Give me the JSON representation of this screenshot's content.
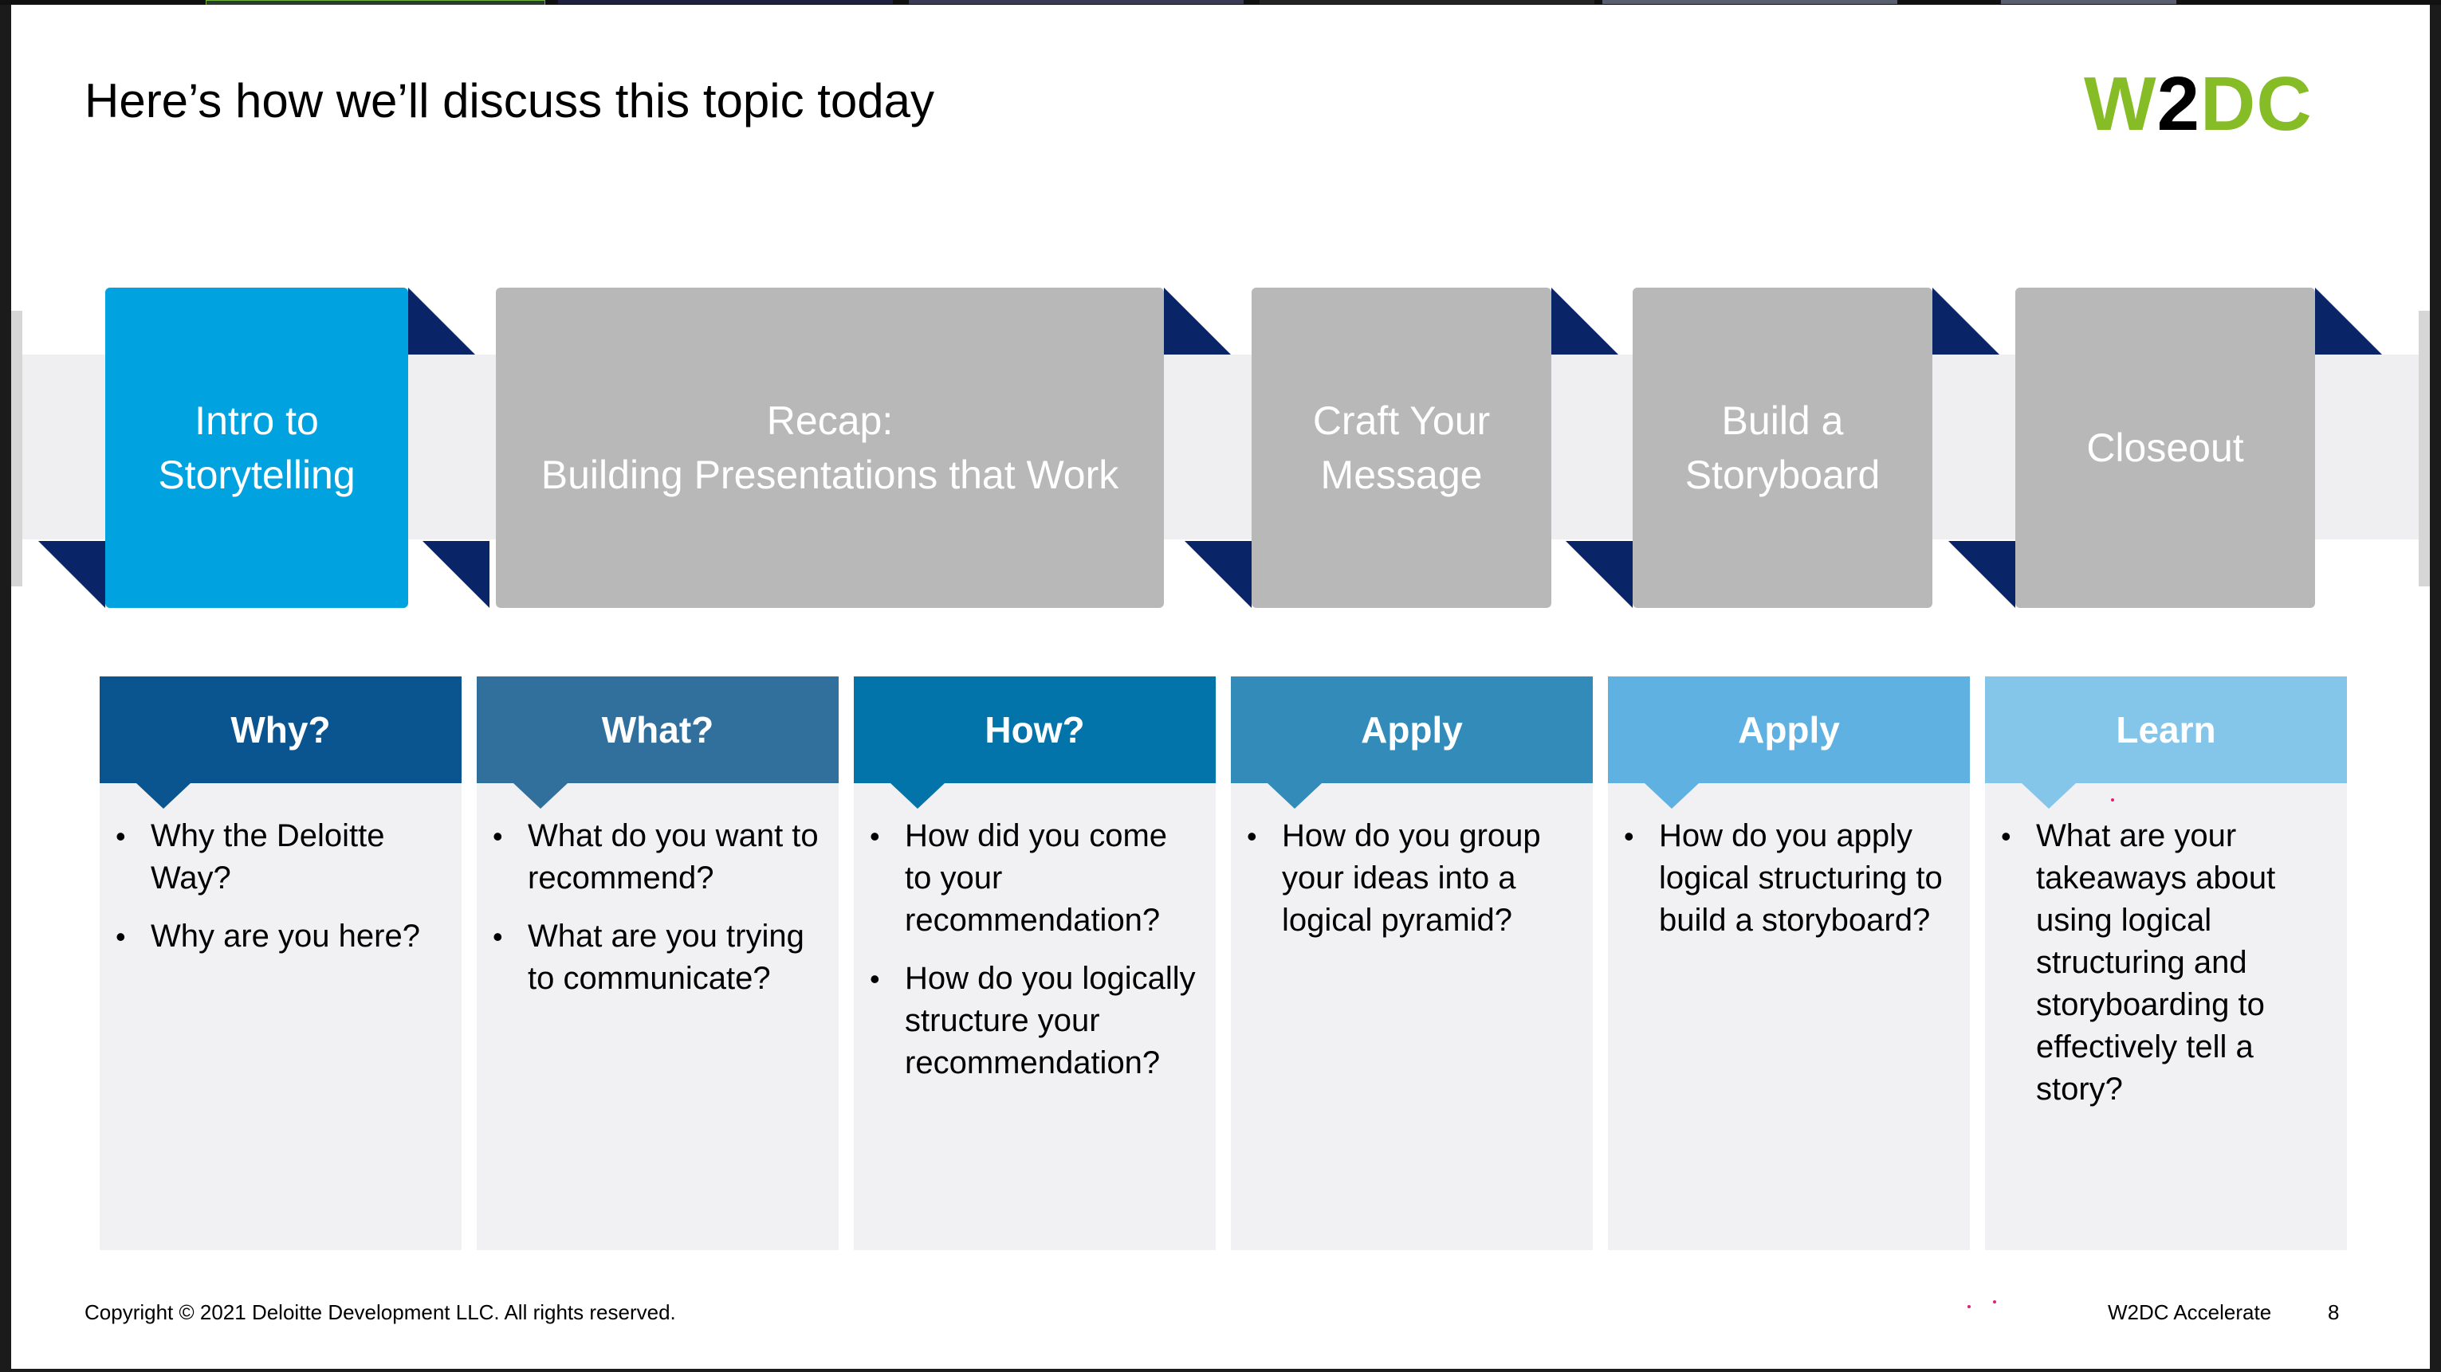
{
  "slide": {
    "title": "Here’s how we’ll discuss this topic today",
    "logo": {
      "part1": "W",
      "part2": "2",
      "part3": "DC"
    },
    "stages": [
      {
        "line1": "Intro to",
        "line2": "Storytelling",
        "active": true
      },
      {
        "line1": "Recap:",
        "line2": "Building Presentations that Work",
        "active": false
      },
      {
        "line1": "Craft Your",
        "line2": "Message",
        "active": false
      },
      {
        "line1": "Build a",
        "line2": "Storyboard",
        "active": false
      },
      {
        "line1": "Closeout",
        "line2": "",
        "active": false
      }
    ],
    "cards": [
      {
        "heading": "Why?",
        "color": "#0a558f",
        "bullets": [
          "Why the Deloitte Way?",
          "Why are you here?"
        ]
      },
      {
        "heading": "What?",
        "color": "#316f9c",
        "bullets": [
          "What do you want to recommend?",
          "What are you trying to communicate?"
        ]
      },
      {
        "heading": "How?",
        "color": "#0274a9",
        "bullets": [
          "How did you come to your recommendation?",
          "How do you logically structure your recommendation?"
        ]
      },
      {
        "heading": "Apply",
        "color": "#338bb9",
        "bullets": [
          "How do you group your ideas into a logical pyramid?"
        ]
      },
      {
        "heading": "Apply",
        "color": "#5fb1e2",
        "bullets": [
          "How do you apply logical structuring to build a storyboard?"
        ]
      },
      {
        "heading": "Learn",
        "color": "#84c5ea",
        "bullets": [
          "What are your takeaways about using logical structuring and storyboarding to effectively tell a story?"
        ]
      }
    ],
    "footer": {
      "copyright": "Copyright © 2021 Deloitte Development LLC. All rights reserved.",
      "brand": "W2DC Accelerate",
      "page": "8"
    },
    "colors": {
      "active_stage": "#00a3e0",
      "inactive_stage": "#b8b8b8",
      "fold": "#0a2468",
      "logo_green": "#86bc25"
    }
  }
}
